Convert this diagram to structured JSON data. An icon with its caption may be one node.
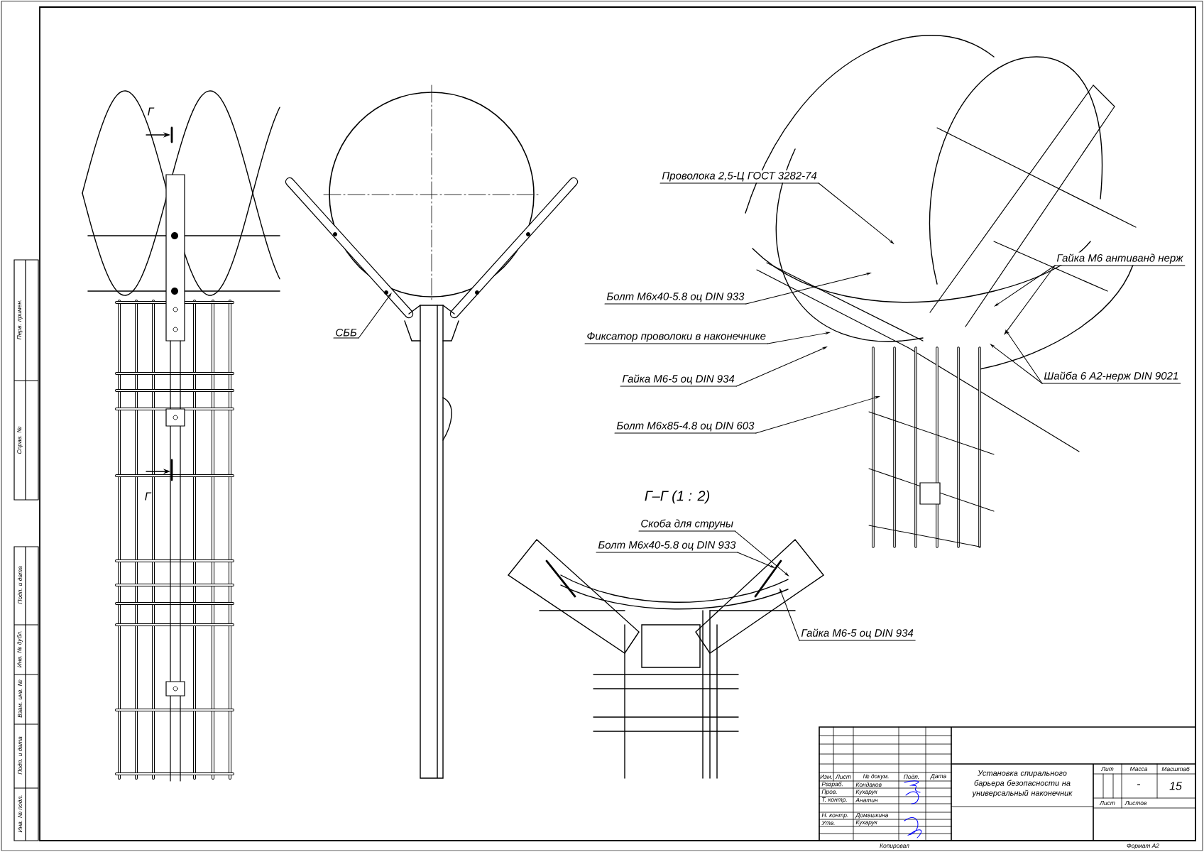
{
  "diagram": {
    "nodes": [
      {
        "text": [
          "Проволока 2,5-Ц ГОСТ 3282-74"
        ]
      },
      {
        "text": [
          "Болт М6х40-5.8 оц DIN 933"
        ]
      },
      {
        "text": [
          "Фиксатор проволоки в наконечнике"
        ]
      },
      {
        "text": [
          "Гайка М6-5 оц DIN 934"
        ]
      },
      {
        "text": [
          "Болт М6х85-4.8 оц DIN 603"
        ]
      },
      {
        "text": [
          "Гайка М6 антиванд нерж"
        ]
      },
      {
        "text": [
          "Шайба 6 А2-нерж DIN 9021"
        ]
      },
      {
        "text": [
          "СББ"
        ]
      },
      {
        "text": [
          "Скоба для струны"
        ]
      },
      {
        "text": [
          "Болт М6х40-5.8 оц DIN 933"
        ]
      },
      {
        "text": [
          "Гайка М6-5 оц DIN 934"
        ]
      }
    ],
    "edges": [
      {
        "from": 0,
        "to": null,
        "arrow": "to"
      },
      {
        "from": 1,
        "to": null,
        "arrow": "to"
      },
      {
        "from": 2,
        "to": null,
        "arrow": "to"
      },
      {
        "from": 3,
        "to": null,
        "arrow": "to"
      },
      {
        "from": 4,
        "to": null,
        "arrow": "to"
      },
      {
        "from": 5,
        "to": null,
        "arrow": "to"
      },
      {
        "from": 5,
        "to": null,
        "arrow": "to"
      },
      {
        "from": 6,
        "to": null,
        "arrow": "to"
      },
      {
        "from": 6,
        "to": null,
        "arrow": "to"
      },
      {
        "from": 7,
        "to": null,
        "arrow": "to"
      },
      {
        "from": 8,
        "to": null,
        "arrow": "to"
      },
      {
        "from": 9,
        "to": null,
        "arrow": "to"
      },
      {
        "from": 10,
        "to": null,
        "arrow": "to"
      }
    ],
    "labels": [
      "Г",
      "Г",
      "Г–Г (1 : 2)",
      "Перв. примен.",
      "Справ. №",
      "Подп. и дата",
      "Инв. № дубл.",
      "Взам. инв. №",
      "Подп. и дата",
      "Инв. № подл.",
      "Изм.",
      "Лист",
      "№ докум.",
      "Подп.",
      "Дата",
      "Разраб.",
      "Кондаков",
      "Пров.",
      "Кухарук",
      "Т. контр.",
      "Анатин",
      "Н. контр.",
      "Домашкина",
      "Утв.",
      "Кухарук",
      "Установка спирального барьера безопасности на универсальный наконечник",
      "Лит",
      "Масса",
      "Масштаб",
      "-",
      "15",
      "Лист",
      "Листов",
      "Копировал",
      "Формат А2"
    ]
  }
}
